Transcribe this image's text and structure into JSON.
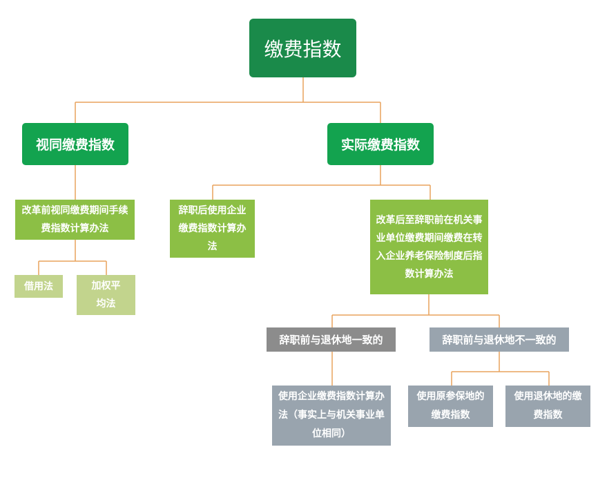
{
  "root": {
    "label": "缴费指数"
  },
  "level1": {
    "simulated": "视同缴费指数",
    "actual": "实际缴费指数"
  },
  "simulated_children": {
    "method": "改革前视同缴费期间手续费指数计算办法",
    "borrow": "借用法",
    "weighted": "加权平均法"
  },
  "actual_children": {
    "resigned": "辞职后使用企业缴费指数计算办法",
    "transfer": "改革后至辞职前在机关事业单位缴费期间缴费在转入企业养老保险制度后指数计算办法"
  },
  "branches": {
    "same": "辞职前与退休地一致的",
    "different": "辞职前与退休地不一致的"
  },
  "leaves": {
    "same_leaf": "使用企业缴费指数计算办法（事实上与机关事业单位相同）",
    "original": "使用原参保地的缴费指数",
    "retire": "使用退休地的缴费指数"
  },
  "colors": {
    "connector": "#e8a25c",
    "root": "#1a8a4a",
    "level1": "#13a34f",
    "level2": "#8cbf45",
    "light_green": "#c2d48d",
    "gray": "#99a4ae",
    "dark_gray": "#8c8c8c"
  }
}
